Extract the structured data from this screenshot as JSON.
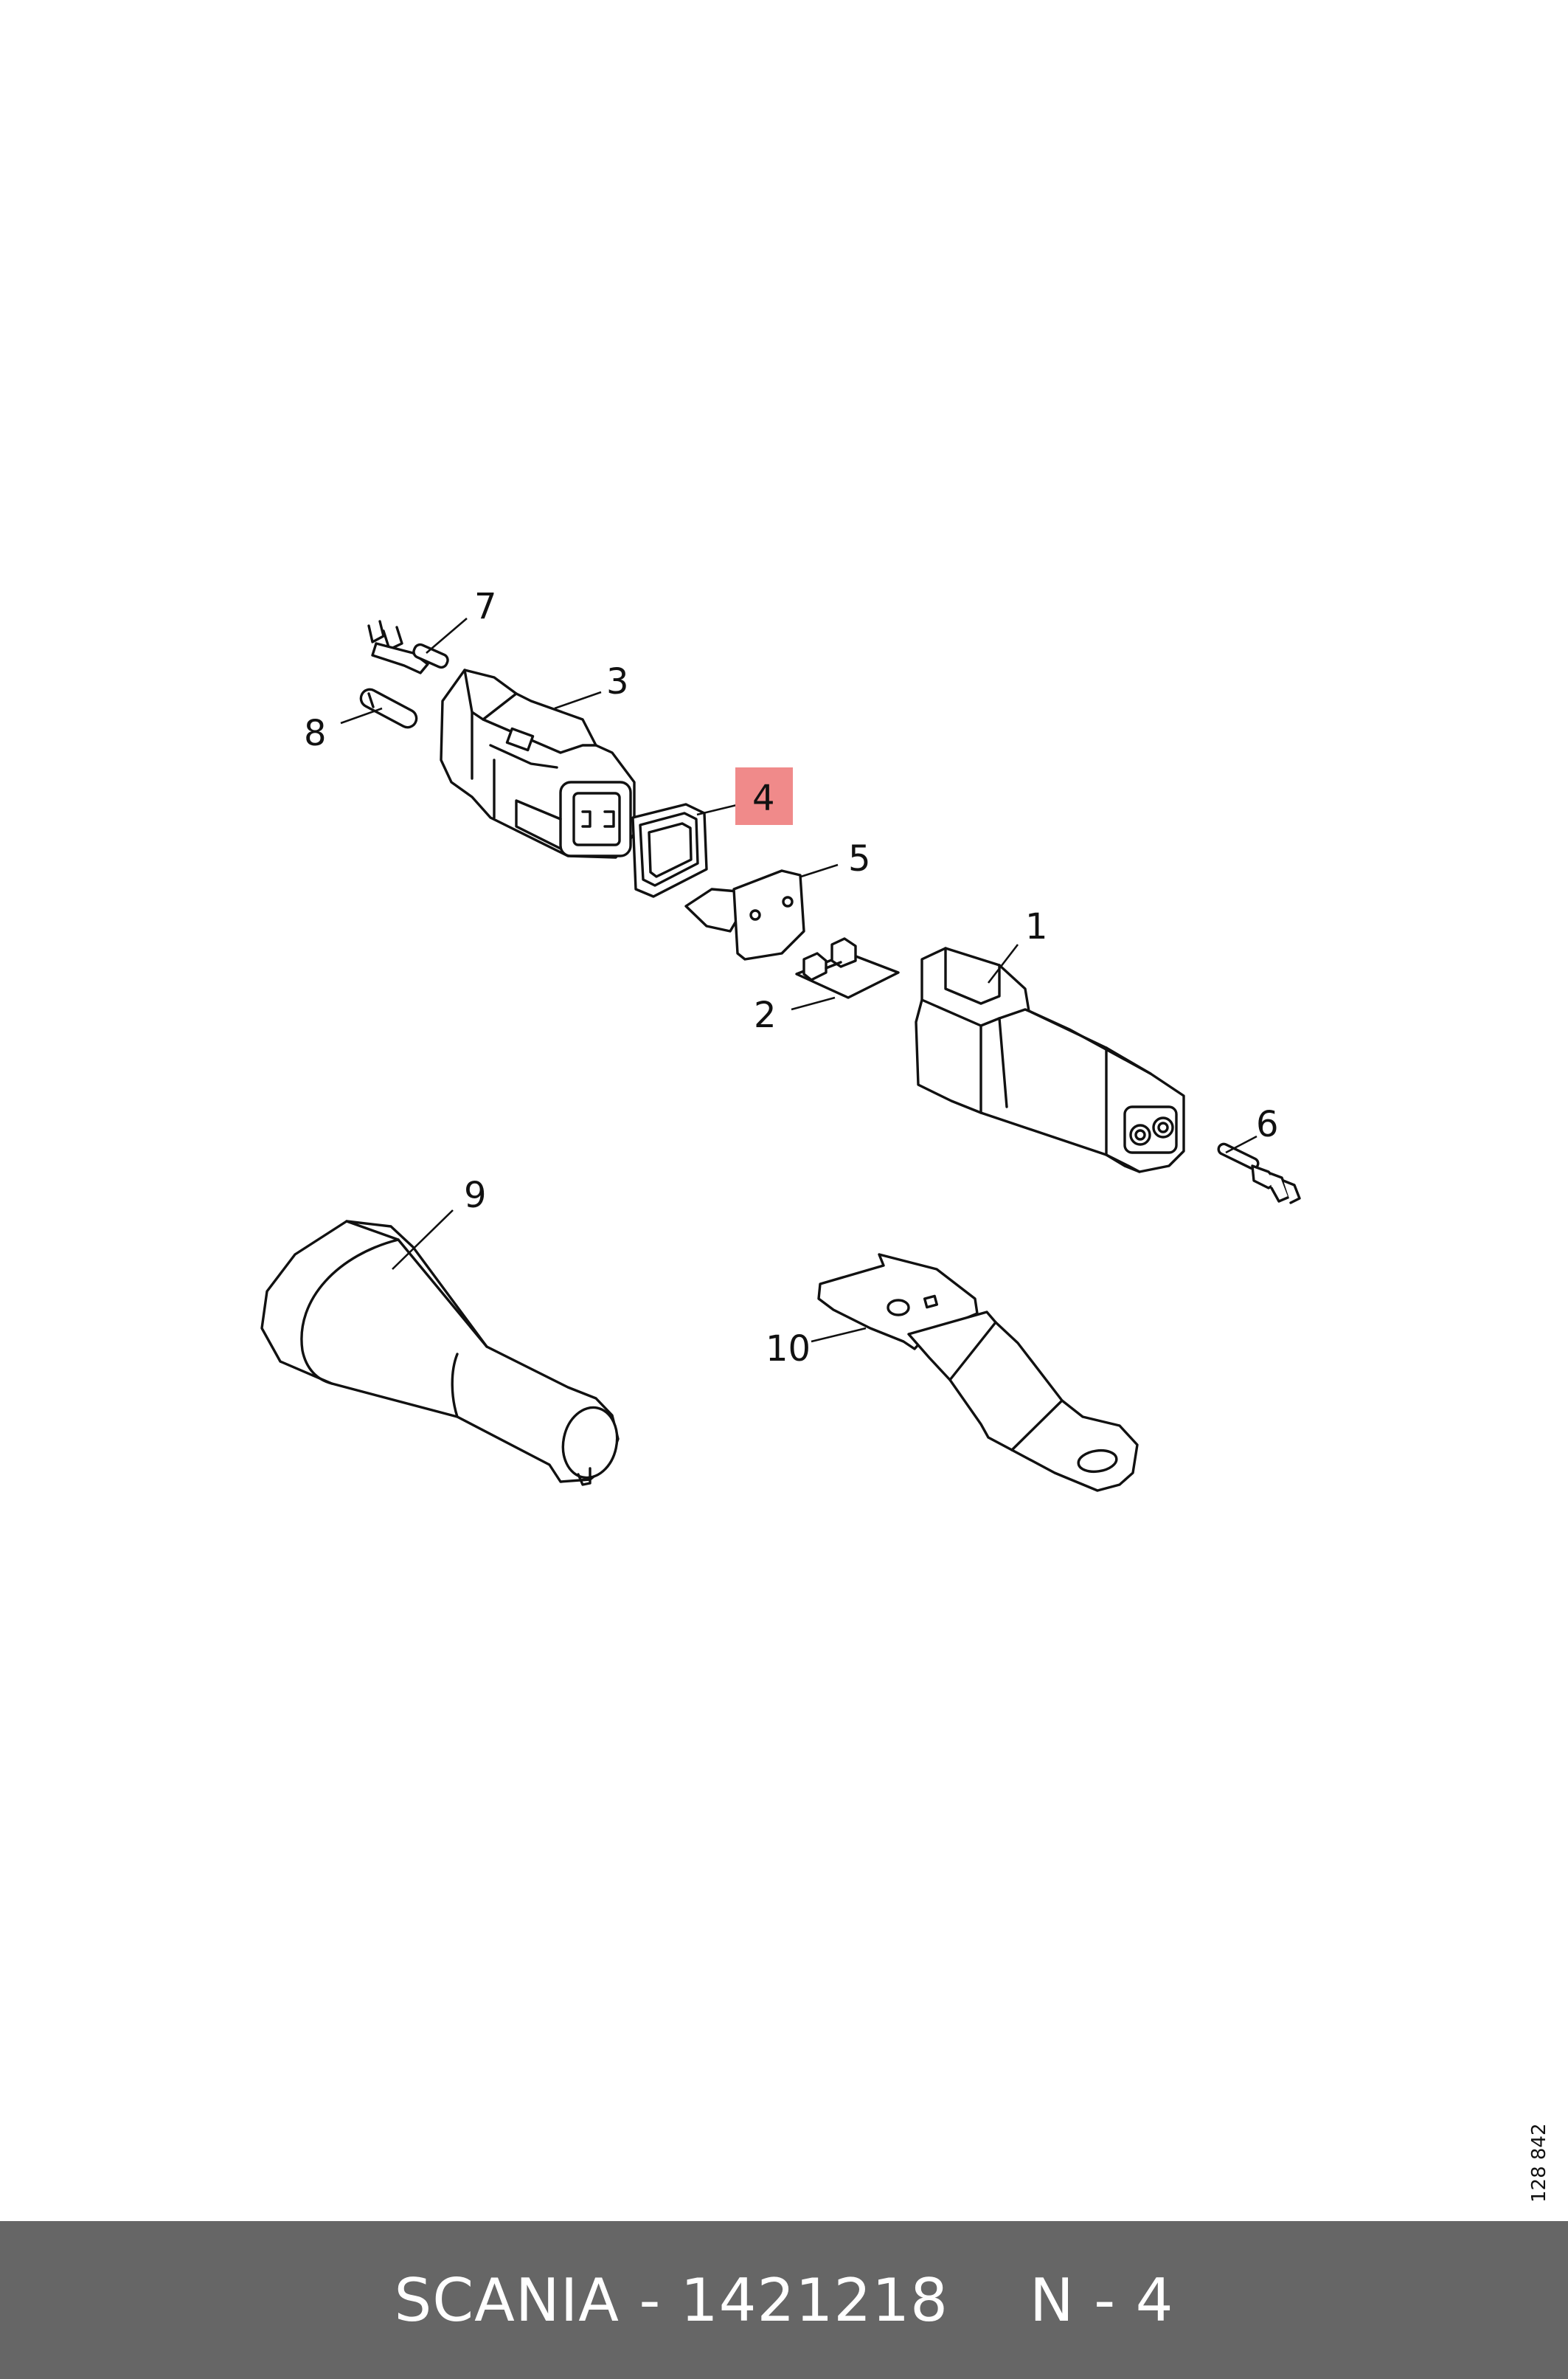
{
  "callouts": [
    "1",
    "2",
    "3",
    "4",
    "5",
    "6",
    "7",
    "8",
    "9",
    "10"
  ],
  "highlighted_callout": "4",
  "highlight_color": "#f08a8a",
  "drawing_number": "128 842",
  "footer": {
    "part_label": "SCANIA - 1421218",
    "position_label": "N - 4",
    "background_color": "#666666"
  }
}
